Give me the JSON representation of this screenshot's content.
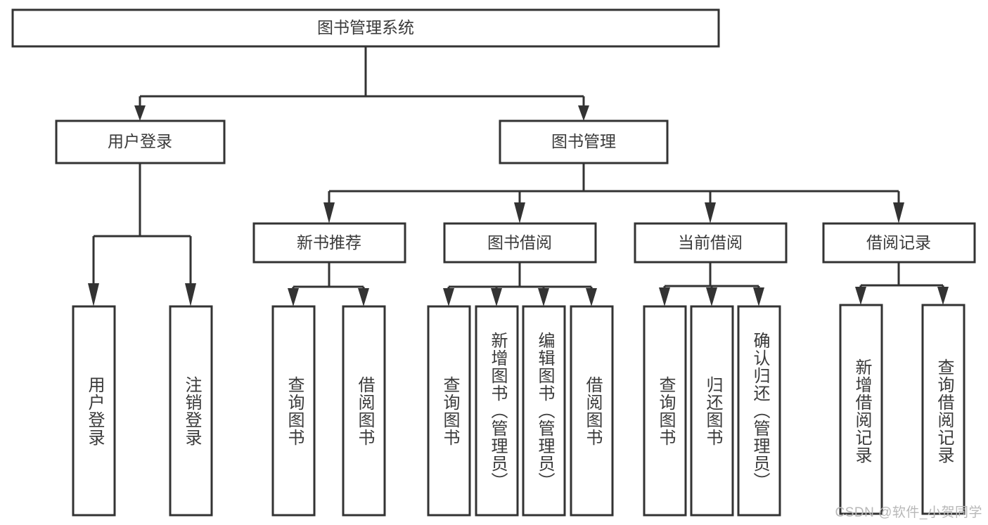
{
  "diagram": {
    "type": "tree-hierarchy-chart",
    "title": "图书管理系统",
    "background_color": "#ffffff",
    "box_stroke_color": "#333333",
    "box_fill_color": "#ffffff",
    "text_color": "#3a3a3a",
    "connector_color": "#333333",
    "levels": [
      {
        "level": 0,
        "nodes": [
          {
            "id": "root",
            "label": "图书管理系统",
            "orientation": "horizontal"
          }
        ]
      },
      {
        "level": 1,
        "nodes": [
          {
            "id": "user-login",
            "label": "用户登录",
            "orientation": "horizontal",
            "parent": "root"
          },
          {
            "id": "book-manage",
            "label": "图书管理",
            "orientation": "horizontal",
            "parent": "root"
          }
        ]
      },
      {
        "level": 2,
        "nodes": [
          {
            "id": "new-book-recommend",
            "label": "新书推荐",
            "orientation": "horizontal",
            "parent": "book-manage"
          },
          {
            "id": "book-borrow",
            "label": "图书借阅",
            "orientation": "horizontal",
            "parent": "book-manage"
          },
          {
            "id": "current-borrow",
            "label": "当前借阅",
            "orientation": "horizontal",
            "parent": "book-manage"
          },
          {
            "id": "borrow-record",
            "label": "借阅记录",
            "orientation": "horizontal",
            "parent": "book-manage"
          }
        ]
      },
      {
        "level": 3,
        "nodes": [
          {
            "id": "leaf-user-login",
            "label": "用户登录",
            "orientation": "vertical",
            "parent": "user-login"
          },
          {
            "id": "leaf-logout",
            "label": "注销登录",
            "orientation": "vertical",
            "parent": "user-login"
          },
          {
            "id": "leaf-query-book-1",
            "label": "查询图书",
            "orientation": "vertical",
            "parent": "new-book-recommend"
          },
          {
            "id": "leaf-borrow-book-1",
            "label": "借阅图书",
            "orientation": "vertical",
            "parent": "new-book-recommend"
          },
          {
            "id": "leaf-query-book-2",
            "label": "查询图书",
            "orientation": "vertical",
            "parent": "book-borrow"
          },
          {
            "id": "leaf-add-book",
            "label": "新增图书（管理员）",
            "orientation": "vertical",
            "parent": "book-borrow"
          },
          {
            "id": "leaf-edit-book",
            "label": "编辑图书（管理员）",
            "orientation": "vertical",
            "parent": "book-borrow"
          },
          {
            "id": "leaf-borrow-book-2",
            "label": "借阅图书",
            "orientation": "vertical",
            "parent": "book-borrow"
          },
          {
            "id": "leaf-query-book-3",
            "label": "查询图书",
            "orientation": "vertical",
            "parent": "current-borrow"
          },
          {
            "id": "leaf-return-book",
            "label": "归还图书",
            "orientation": "vertical",
            "parent": "current-borrow"
          },
          {
            "id": "leaf-confirm-return",
            "label": "确认归还（管理员）",
            "orientation": "vertical",
            "parent": "current-borrow"
          },
          {
            "id": "leaf-add-record",
            "label": "新增借阅记录",
            "orientation": "vertical",
            "parent": "borrow-record"
          },
          {
            "id": "leaf-query-record",
            "label": "查询借阅记录",
            "orientation": "vertical",
            "parent": "borrow-record"
          }
        ]
      }
    ]
  },
  "watermark": {
    "text": "CSDN @软件_小贺同学",
    "color": "#b8b8b8"
  }
}
